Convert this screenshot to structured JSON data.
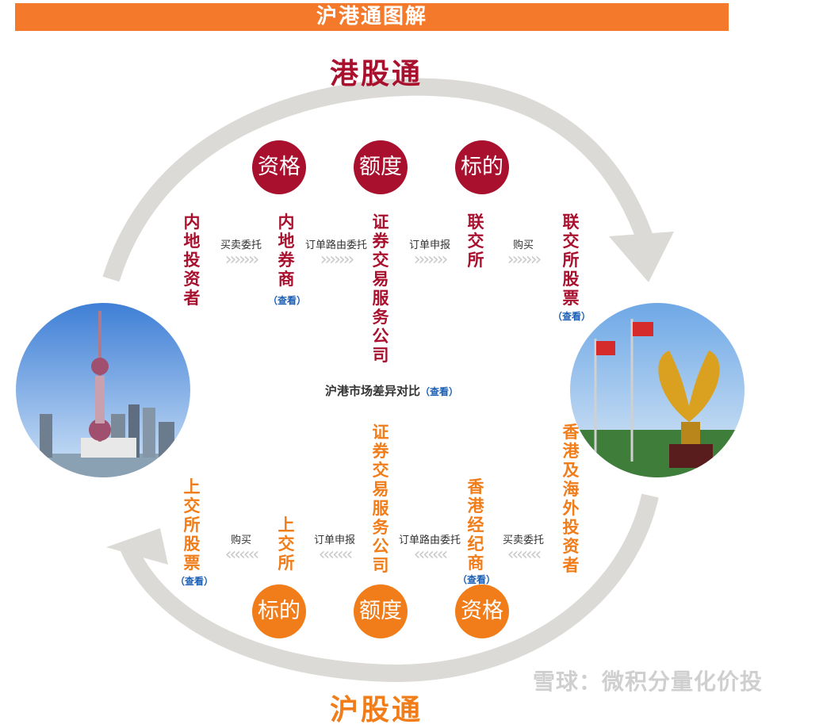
{
  "banner_title": "沪港通图解",
  "north": {
    "title": "港股通",
    "color": "#a8102e",
    "circles": [
      "资格",
      "额度",
      "标的"
    ],
    "nodes": [
      "内地投资者",
      "内地券商",
      "证券交易服务公司",
      "联交所",
      "联交所股票"
    ],
    "flows": [
      "买卖委托",
      "订单路由委托",
      "订单申报",
      "购买"
    ],
    "arrow_glyph": "›››››››",
    "view_link": "（查看）"
  },
  "south": {
    "title": "沪股通",
    "color": "#f07d1a",
    "circles": [
      "标的",
      "额度",
      "资格"
    ],
    "nodes": [
      "上交所股票",
      "上交所",
      "证券交易服务公司",
      "香港经纪商",
      "香港及海外投资者"
    ],
    "flows": [
      "购买",
      "订单申报",
      "订单路由委托",
      "买卖委托"
    ],
    "arrow_glyph": "‹‹‹‹‹‹‹",
    "view_link": "（查看）"
  },
  "compare": {
    "label": "沪港市场差异对比",
    "link": "（查看）"
  },
  "watermark": "雪球：微积分量化价投",
  "colors": {
    "banner": "#f5792a",
    "ring": "#dcdad6",
    "link": "#1a5fb4"
  }
}
